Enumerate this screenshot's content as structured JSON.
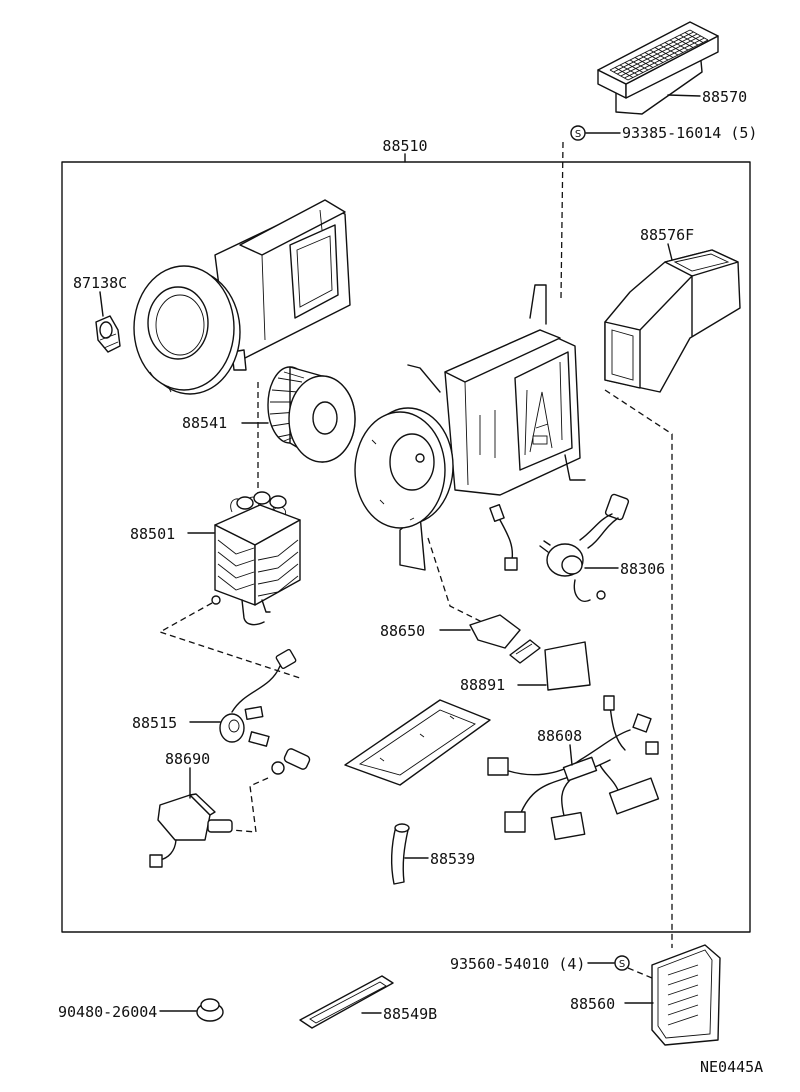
{
  "diagram": {
    "assembly": "88510",
    "labels": {
      "p88570": "88570",
      "screw_top": "93385-16014 (5)",
      "p88576f": "88576F",
      "p87138c": "87138C",
      "p88541": "88541",
      "p88501": "88501",
      "p88306": "88306",
      "p88650": "88650",
      "p88891": "88891",
      "p88515": "88515",
      "p88608": "88608",
      "p88690": "88690",
      "p88539": "88539",
      "screw_bottom": "93560-54010 (4)",
      "p88560": "88560",
      "p90480": "90480-26004",
      "p88549b": "88549B"
    },
    "screw_symbol": "S",
    "drawing_code": "NE0445A"
  }
}
